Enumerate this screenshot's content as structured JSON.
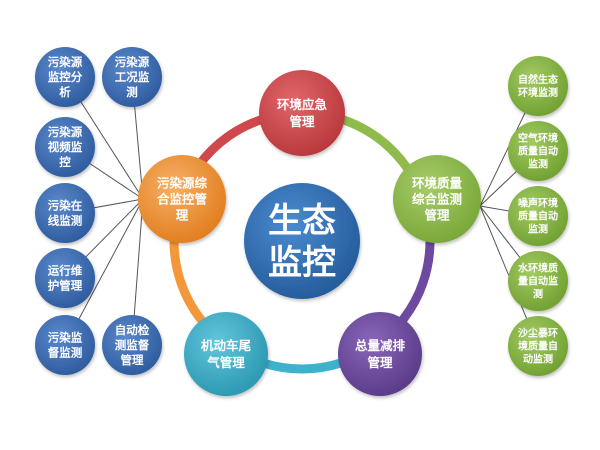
{
  "center": {
    "label": "生态\n监控"
  },
  "main_nodes": [
    {
      "id": "env-emergency",
      "label": "环境应急\n管理"
    },
    {
      "id": "env-quality",
      "label": "环境质量\n综合监测\n管理"
    },
    {
      "id": "emission-reduction",
      "label": "总量减排\n管理"
    },
    {
      "id": "vehicle-exhaust",
      "label": "机动车尾\n气管理"
    },
    {
      "id": "pollution-source",
      "label": "污染源综\n合监控管\n理"
    }
  ],
  "left_children": [
    {
      "label": "污染源\n监控分\n析"
    },
    {
      "label": "污染源\n工况监\n测"
    },
    {
      "label": "污染源\n视频监\n控"
    },
    {
      "label": "污染在\n线监测"
    },
    {
      "label": "运行维\n护管理"
    },
    {
      "label": "自动检\n测监督\n管理"
    },
    {
      "label": "污染监\n督监测"
    }
  ],
  "right_children": [
    {
      "label": "自然生态\n环境监测"
    },
    {
      "label": "空气环境\n质量自动\n监测"
    },
    {
      "label": "噪声环境\n质量自动\n监测"
    },
    {
      "label": "水环境质\n量自动监\n测"
    },
    {
      "label": "沙尘暴环\n境质量自\n动监测"
    }
  ],
  "colors": {
    "center": "#2f6fb3",
    "env_emergency": "#d0484b",
    "env_quality": "#8fba4c",
    "emission_reduction": "#6e49a0",
    "vehicle_exhaust": "#3eb2cc",
    "pollution_source": "#f3983a",
    "left_child": "#3d6db3",
    "right_child": "#86b843",
    "connector": "#555555"
  }
}
